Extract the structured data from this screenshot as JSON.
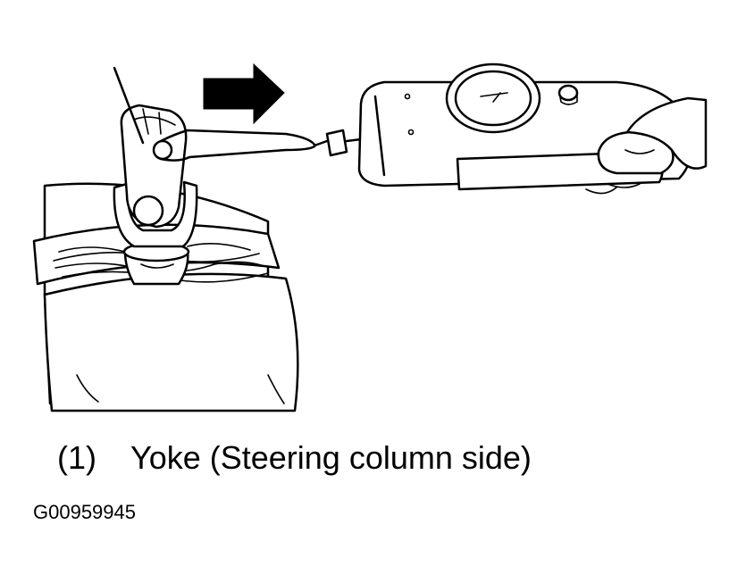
{
  "caption": {
    "number": "(1)",
    "text": "Yoke (Steering column side)"
  },
  "figure_id": "G00959945",
  "colors": {
    "line": "#000000",
    "background": "#ffffff"
  }
}
